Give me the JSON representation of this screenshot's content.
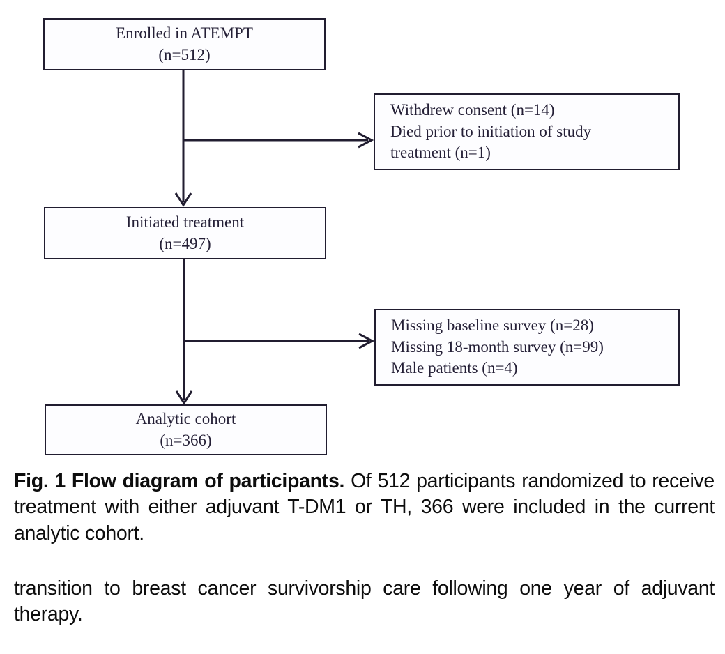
{
  "figure": {
    "id": "fig-1-flow-diagram",
    "colors": {
      "box_border": "#211d30",
      "box_fill": "#fdfdff",
      "diagram_text": "#241f36",
      "caption_text": "#0d0d0d",
      "connector": "#211d30",
      "page_background": "#ffffff"
    },
    "nodes": [
      {
        "name": "enrolled",
        "align": "center",
        "lines": [
          "Enrolled in ATEMPT",
          "(n=512)"
        ]
      },
      {
        "name": "withdrew-exclusions",
        "align": "left",
        "lines": [
          "Withdrew consent (n=14)",
          "Died prior to initiation of study",
          "treatment (n=1)"
        ]
      },
      {
        "name": "initiated-treatment",
        "align": "center",
        "lines": [
          "Initiated treatment",
          "(n=497)"
        ]
      },
      {
        "name": "missing-exclusions",
        "align": "left",
        "lines": [
          "Missing baseline survey (n=28)",
          "Missing 18-month survey (n=99)",
          "Male patients (n=4)"
        ]
      },
      {
        "name": "analytic-cohort",
        "align": "center",
        "lines": [
          "Analytic cohort",
          "(n=366)"
        ]
      }
    ]
  },
  "caption": {
    "figure_label": "Fig. 1",
    "title": "Flow diagram of participants.",
    "bold_part": "Fig. 1   Flow diagram of participants.",
    "rest": " Of 512 participants randomized to receive treatment with either adjuvant T-DM1 or TH, 366 were included in the current analytic cohort."
  },
  "body": {
    "paragraph": "transition to breast cancer survivorship care following one year of adjuvant therapy.",
    "line1": "transition to breast cancer survivorship care following one year of",
    "line2": "adjuvant therapy."
  },
  "chart_data": {
    "type": "diagram",
    "title": "Flow diagram of participants",
    "flow": [
      {
        "step": "Enrolled in ATEMPT",
        "n": 512
      },
      {
        "step": "Initiated treatment",
        "n": 497
      },
      {
        "step": "Analytic cohort",
        "n": 366
      }
    ],
    "exclusions": [
      {
        "after": "Enrolled in ATEMPT",
        "reasons": [
          {
            "label": "Withdrew consent",
            "n": 14
          },
          {
            "label": "Died prior to initiation of study treatment",
            "n": 1
          }
        ]
      },
      {
        "after": "Initiated treatment",
        "reasons": [
          {
            "label": "Missing baseline survey",
            "n": 28
          },
          {
            "label": "Missing 18-month survey",
            "n": 99
          },
          {
            "label": "Male patients",
            "n": 4
          }
        ]
      }
    ]
  }
}
